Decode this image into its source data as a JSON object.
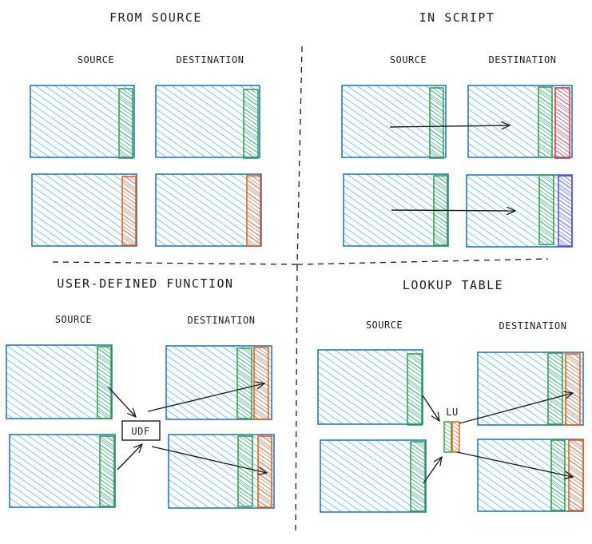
{
  "sections": {
    "from_source": {
      "title": "FROM SOURCE",
      "source_label": "SOURCE",
      "destination_label": "DESTINATION"
    },
    "in_script": {
      "title": "IN SCRIPT",
      "source_label": "SOURCE",
      "destination_label": "DESTINATION"
    },
    "udf": {
      "title": "USER-DEFINED FUNCTION",
      "source_label": "SOURCE",
      "destination_label": "DESTINATION",
      "box_label": "UDF"
    },
    "lookup": {
      "title": "LOOKUP TABLE",
      "source_label": "SOURCE",
      "destination_label": "DESTINATION",
      "box_label": "LU"
    }
  },
  "colors": {
    "table_stroke": "#1971c2",
    "table_fill": "#a5d8ff",
    "green": "#2f9e44",
    "green_fill": "#b2f2bb",
    "orange": "#e8590c",
    "orange_fill": "#ffc078",
    "red": "#e03131",
    "red_fill": "#ffc9c9",
    "purple": "#6741d9",
    "purple_fill": "#d0bfff",
    "line": "#1e1e1e"
  }
}
